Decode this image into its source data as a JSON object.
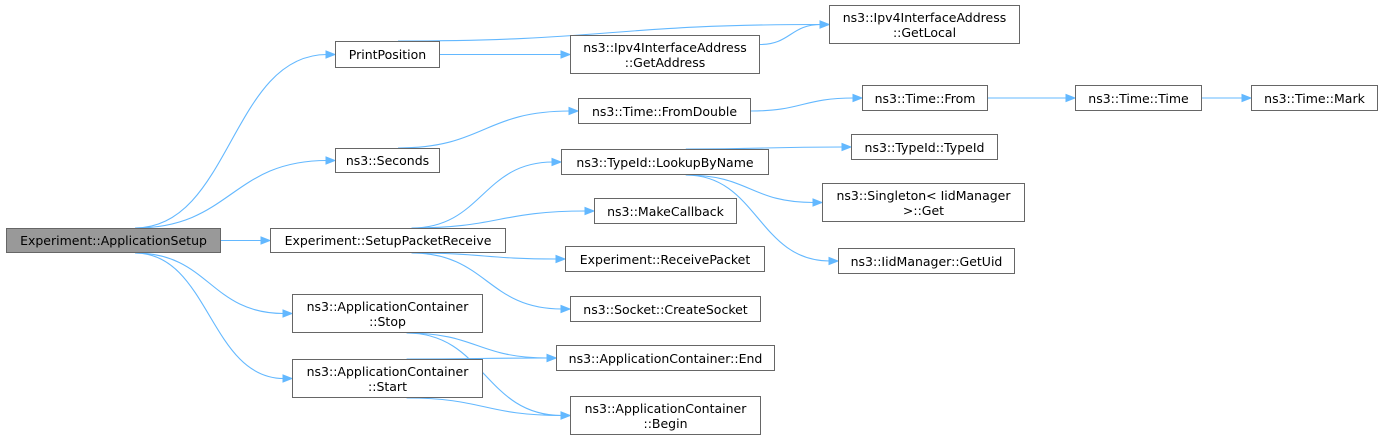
{
  "diagram": {
    "colors": {
      "edge": "#63b8ff",
      "node_border": "#666666",
      "root_fill": "#999999",
      "node_fill": "#ffffff"
    },
    "nodes": {
      "root": {
        "lines": [
          "Experiment::ApplicationSetup"
        ]
      },
      "printpos": {
        "lines": [
          "PrintPosition"
        ]
      },
      "seconds": {
        "lines": [
          "ns3::Seconds"
        ]
      },
      "setuppr": {
        "lines": [
          "Experiment::SetupPacketReceive"
        ]
      },
      "acstop": {
        "lines": [
          "ns3::ApplicationContainer",
          "::Stop"
        ]
      },
      "acstart": {
        "lines": [
          "ns3::ApplicationContainer",
          "::Start"
        ]
      },
      "getlocal": {
        "lines": [
          "ns3::Ipv4InterfaceAddress",
          "::GetLocal"
        ]
      },
      "getaddr": {
        "lines": [
          "ns3::Ipv4InterfaceAddress",
          "::GetAddress"
        ]
      },
      "fromdouble": {
        "lines": [
          "ns3::Time::FromDouble"
        ]
      },
      "lookup": {
        "lines": [
          "ns3::TypeId::LookupByName"
        ]
      },
      "makecb": {
        "lines": [
          "ns3::MakeCallback"
        ]
      },
      "recvpkt": {
        "lines": [
          "Experiment::ReceivePacket"
        ]
      },
      "createsock": {
        "lines": [
          "ns3::Socket::CreateSocket"
        ]
      },
      "acend": {
        "lines": [
          "ns3::ApplicationContainer::End"
        ]
      },
      "acbegin": {
        "lines": [
          "ns3::ApplicationContainer",
          "::Begin"
        ]
      },
      "timefrom": {
        "lines": [
          "ns3::Time::From"
        ]
      },
      "typeid": {
        "lines": [
          "ns3::TypeId::TypeId"
        ]
      },
      "singleton": {
        "lines": [
          "ns3::Singleton< IidManager",
          ">::Get"
        ]
      },
      "getuid": {
        "lines": [
          "ns3::IidManager::GetUid"
        ]
      },
      "timetime": {
        "lines": [
          "ns3::Time::Time"
        ]
      },
      "timemark": {
        "lines": [
          "ns3::Time::Mark"
        ]
      }
    },
    "edges": [
      [
        "root",
        "printpos"
      ],
      [
        "root",
        "seconds"
      ],
      [
        "root",
        "setuppr"
      ],
      [
        "root",
        "acstop"
      ],
      [
        "root",
        "acstart"
      ],
      [
        "printpos",
        "getlocal"
      ],
      [
        "printpos",
        "getaddr"
      ],
      [
        "getaddr",
        "getlocal"
      ],
      [
        "seconds",
        "fromdouble"
      ],
      [
        "fromdouble",
        "timefrom"
      ],
      [
        "timefrom",
        "timetime"
      ],
      [
        "timetime",
        "timemark"
      ],
      [
        "setuppr",
        "lookup"
      ],
      [
        "setuppr",
        "makecb"
      ],
      [
        "setuppr",
        "recvpkt"
      ],
      [
        "setuppr",
        "createsock"
      ],
      [
        "lookup",
        "typeid"
      ],
      [
        "lookup",
        "singleton"
      ],
      [
        "lookup",
        "getuid"
      ],
      [
        "acstop",
        "acend"
      ],
      [
        "acstop",
        "acbegin"
      ],
      [
        "acstart",
        "acend"
      ],
      [
        "acstart",
        "acbegin"
      ]
    ]
  }
}
